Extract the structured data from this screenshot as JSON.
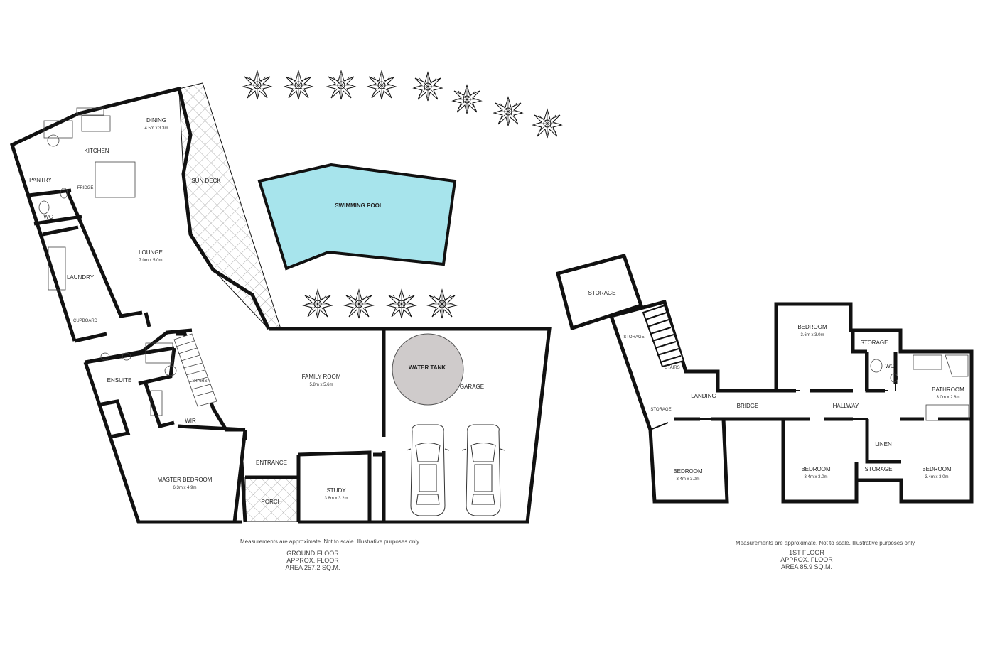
{
  "ground_floor": {
    "rooms": {
      "dining": {
        "name": "DINING",
        "size": "4.5m x 3.3m"
      },
      "kitchen": {
        "name": "KITCHEN"
      },
      "pantry": {
        "name": "PANTRY"
      },
      "fridge": {
        "name": "FRIDGE"
      },
      "wc": {
        "name": "WC"
      },
      "lounge": {
        "name": "LOUNGE",
        "size": "7.0m x 5.0m"
      },
      "laundry": {
        "name": "LAUNDRY"
      },
      "cupboard": {
        "name": "CUPBOARD"
      },
      "sun_deck": {
        "name": "SUN DECK"
      },
      "swimming_pool": {
        "name": "SWIMMING POOL"
      },
      "ensuite": {
        "name": "ENSUITE"
      },
      "stairs": {
        "name": "STAIRS"
      },
      "wir": {
        "name": "WIR"
      },
      "master_bedroom": {
        "name": "MASTER BEDROOM",
        "size": "6.3m x 4.9m"
      },
      "family_room": {
        "name": "FAMILY ROOM",
        "size": "5.8m x 5.6m"
      },
      "entrance": {
        "name": "ENTRANCE"
      },
      "porch": {
        "name": "PORCH"
      },
      "study": {
        "name": "STUDY",
        "size": "3.8m x 3.2m"
      },
      "water_tank": {
        "name": "WATER TANK"
      },
      "garage": {
        "name": "GARAGE"
      }
    },
    "disclaimer": "Measurements are approximate.  Not to scale.  Illustrative purposes only",
    "caption": [
      "GROUND FLOOR",
      "APPROX. FLOOR",
      "AREA 257.2 SQ.M."
    ]
  },
  "first_floor": {
    "rooms": {
      "storage_top": {
        "name": "STORAGE"
      },
      "storage_stair": {
        "name": "STORAGE"
      },
      "storage_left": {
        "name": "STORAGE"
      },
      "stairs": {
        "name": "STAIRS"
      },
      "landing": {
        "name": "LANDING"
      },
      "bridge": {
        "name": "BRIDGE"
      },
      "hallway": {
        "name": "HALLWAY"
      },
      "bedroom_top": {
        "name": "BEDROOM",
        "size": "3.6m x 3.0m"
      },
      "storage_right": {
        "name": "STORAGE"
      },
      "wc": {
        "name": "WC"
      },
      "bathroom": {
        "name": "BATHROOM",
        "size": "3.0m x 2.8m"
      },
      "linen": {
        "name": "LINEN"
      },
      "storage_small": {
        "name": "STORAGE"
      },
      "bedroom_left": {
        "name": "BEDROOM",
        "size": "3.4m x 3.0m"
      },
      "bedroom_mid": {
        "name": "BEDROOM",
        "size": "3.4m x 3.0m"
      },
      "bedroom_right": {
        "name": "BEDROOM",
        "size": "3.4m x 3.0m"
      }
    },
    "disclaimer": "Measurements are approximate.  Not to scale.  Illustrative purposes only",
    "caption": [
      "1ST FLOOR",
      "APPROX. FLOOR",
      "AREA 85.9 SQ.M."
    ]
  },
  "colors": {
    "pool": "#a7e4ec",
    "tank": "#cfcbcb",
    "wall": "#111111",
    "deck_hatch": "#9a9a9a"
  },
  "icons": [
    "tree-icon",
    "car-icon",
    "stairs-icon"
  ]
}
